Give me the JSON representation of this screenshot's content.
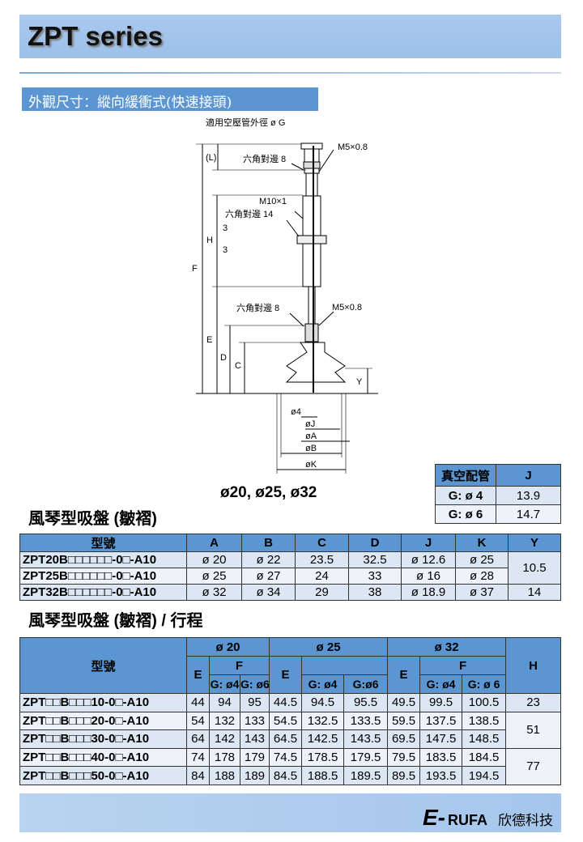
{
  "header": {
    "title": "ZPT series"
  },
  "section": {
    "title": "外觀尺寸：縱向緩衝式(快速接頭)"
  },
  "drawing": {
    "labels": {
      "tube": "適用空壓管外徑 ø G",
      "m5_top": "M5×0.8",
      "hex8_top": "六角對邊 8",
      "m10": "M10×1",
      "hex14": "六角對邊 14",
      "hex8_bot": "六角對邊 8",
      "m5_bot": "M5×0.8",
      "L": "(L)",
      "H": "H",
      "F": "F",
      "E": "E",
      "D": "D",
      "C": "C",
      "Y": "Y",
      "three_a": "3",
      "three_b": "3",
      "d4": "ø4",
      "dJ": "øJ",
      "dA": "øA",
      "dB": "øB",
      "dK": "øK"
    },
    "caption": "ø20, ø25, ø32"
  },
  "vacuum_table": {
    "headers": [
      "真空配管",
      "J"
    ],
    "rows": [
      [
        "G: ø 4",
        "13.9"
      ],
      [
        "G: ø 6",
        "14.7"
      ]
    ]
  },
  "table1": {
    "title": "風琴型吸盤 (皺褶)",
    "headers": [
      "型號",
      "A",
      "B",
      "C",
      "D",
      "J",
      "K",
      "Y"
    ],
    "rows": [
      [
        "ZPT20B□□□□□□-0□-A10",
        "ø 20",
        "ø 22",
        "23.5",
        "32.5",
        "ø 12.6",
        "ø 25",
        "10.5"
      ],
      [
        "ZPT25B□□□□□□-0□-A10",
        "ø 25",
        "ø 27",
        "24",
        "33",
        "ø 16",
        "ø 28",
        ""
      ],
      [
        "ZPT32B□□□□□□-0□-A10",
        "ø 32",
        "ø 34",
        "29",
        "38",
        "ø 18.9",
        "ø 37",
        "14"
      ]
    ]
  },
  "table2": {
    "title": "風琴型吸盤 (皺褶) / 行程",
    "model_header": "型號",
    "groups": [
      "ø 20",
      "ø 25",
      "ø 32"
    ],
    "E": "E",
    "F": "F",
    "H": "H",
    "sub": [
      "G: ø4",
      "G: ø6",
      "G: ø4",
      "G:ø6",
      "G: ø4",
      "G: ø 6"
    ],
    "rows": [
      [
        "ZPT□□B□□□10-0□-A10",
        "44",
        "94",
        "95",
        "44.5",
        "94.5",
        "95.5",
        "49.5",
        "99.5",
        "100.5"
      ],
      [
        "ZPT□□B□□□20-0□-A10",
        "54",
        "132",
        "133",
        "54.5",
        "132.5",
        "133.5",
        "59.5",
        "137.5",
        "138.5"
      ],
      [
        "ZPT□□B□□□30-0□-A10",
        "64",
        "142",
        "143",
        "64.5",
        "142.5",
        "143.5",
        "69.5",
        "147.5",
        "148.5"
      ],
      [
        "ZPT□□B□□□40-0□-A10",
        "74",
        "178",
        "179",
        "74.5",
        "178.5",
        "179.5",
        "79.5",
        "183.5",
        "184.5"
      ],
      [
        "ZPT□□B□□□50-0□-A10",
        "84",
        "188",
        "189",
        "84.5",
        "188.5",
        "189.5",
        "89.5",
        "193.5",
        "194.5"
      ]
    ],
    "H_values": [
      "23",
      "51",
      "77"
    ]
  },
  "footer": {
    "logo_e": "E-",
    "logo_r": "RUFA",
    "company": "欣德科技"
  }
}
